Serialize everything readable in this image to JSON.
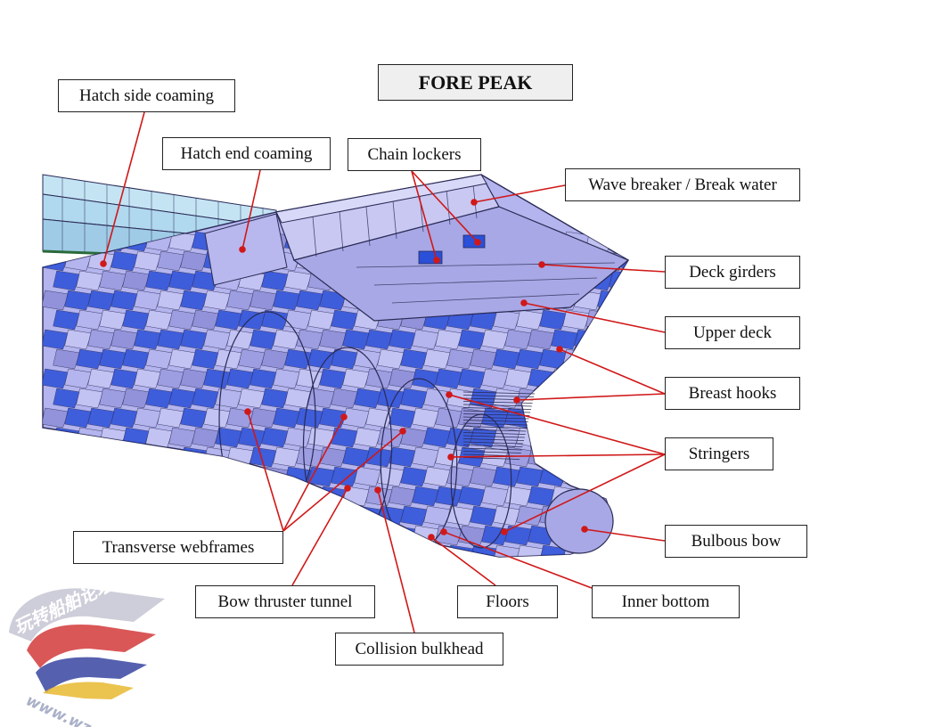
{
  "title": "FORE PEAK",
  "labels": {
    "hatch_side_coaming": "Hatch side coaming",
    "hatch_end_coaming": "Hatch end coaming",
    "chain_lockers": "Chain lockers",
    "wave_breaker": "Wave breaker / Break water",
    "deck_girders": "Deck girders",
    "upper_deck": "Upper deck",
    "breast_hooks": "Breast hooks",
    "stringers": "Stringers",
    "bulbous_bow": "Bulbous bow",
    "transverse_webframes": "Transverse webframes",
    "bow_thruster_tunnel": "Bow thruster tunnel",
    "floors": "Floors",
    "inner_bottom": "Inner bottom",
    "collision_bulkhead": "Collision bulkhead"
  },
  "watermark": {
    "text_cn": "玩转船舶论坛",
    "url": "www.wzcb.net"
  },
  "colors": {
    "leader": "#d01818",
    "hull_light": "#b4b4ee",
    "hull_mid": "#9a9ae0",
    "hull_dark": "#2a4fd8",
    "hull_cyan": "#c4e4f4",
    "edge": "#2a2a55"
  }
}
